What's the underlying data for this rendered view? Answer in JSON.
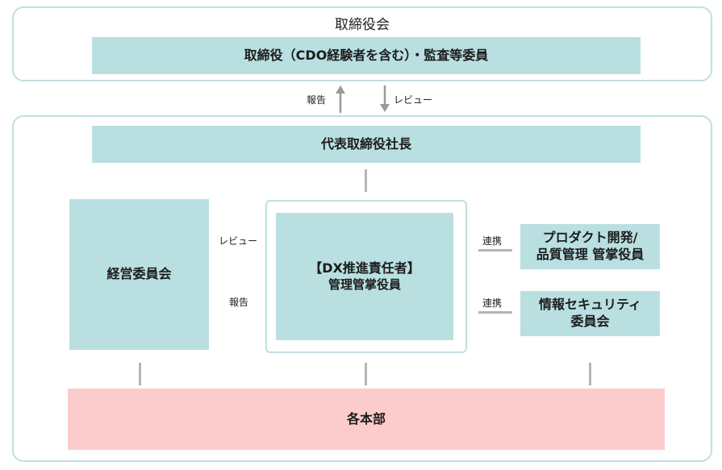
{
  "board": {
    "title": "取締役会",
    "members": "取締役（CDO経験者を含む）・監査等委員"
  },
  "arrows_top": {
    "up_label": "報告",
    "down_label": "レビュー"
  },
  "president": "代表取締役社長",
  "management_committee": "経営委員会",
  "mgmt_arrows": {
    "right_label": "レビュー",
    "left_label": "報告"
  },
  "dx": {
    "title": "【DX推進責任者】",
    "subtitle": "管理管掌役員"
  },
  "right_boxes": [
    {
      "link_label": "連携",
      "line1": "プロダクト開発/",
      "line2": "品質管理 管掌役員"
    },
    {
      "link_label": "連携",
      "line1": "情報セキュリティ",
      "line2": "委員会"
    }
  ],
  "divisions": "各本部"
}
